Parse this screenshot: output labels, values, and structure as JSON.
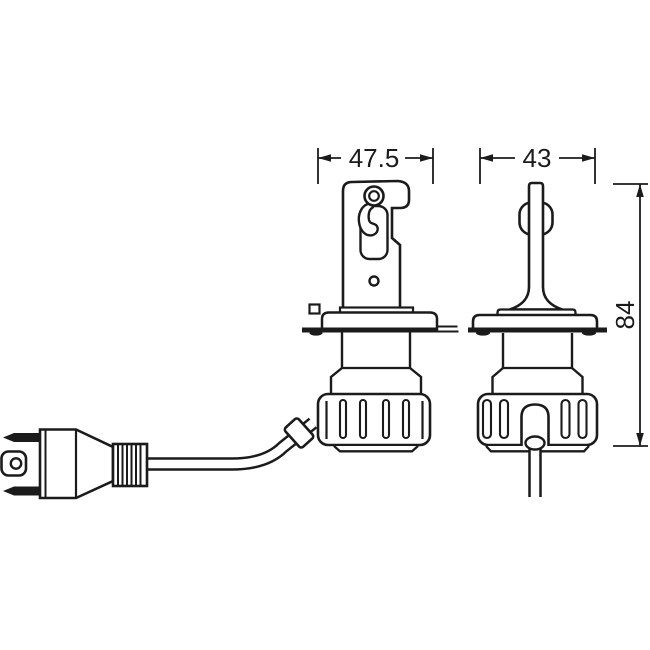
{
  "page": {
    "background": "#ffffff",
    "line_color": "#1b1b1b"
  },
  "drawing": {
    "type": "technical-dimension-diagram",
    "subject": "LED retrofit headlight bulb (H4) - front view, side view and power connector with cable",
    "dimensions": {
      "front_width": {
        "label": "47.5"
      },
      "side_width": {
        "label": "43"
      },
      "height": {
        "label": "84"
      }
    }
  }
}
